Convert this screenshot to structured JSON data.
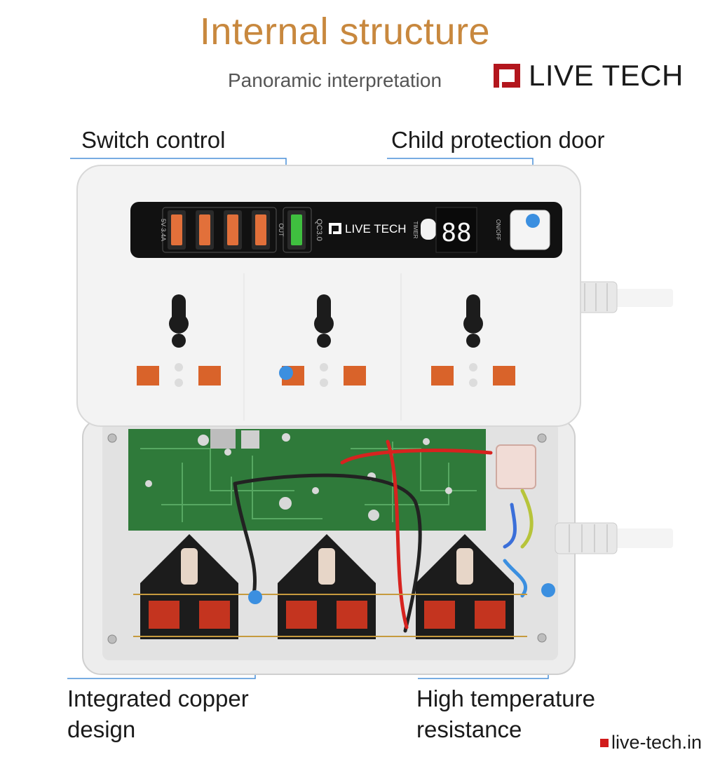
{
  "header": {
    "title": "Internal structure",
    "subtitle": "Panoramic interpretation",
    "brand": "LIVE TECH"
  },
  "device": {
    "panel_brand": "LIVE TECH",
    "usb_rating": "5V 3.4A",
    "out_label": "OUT",
    "qc_label": "QC3.0",
    "timer_label": "TIMER",
    "switch_label": "ON/OFF",
    "display_value": "88"
  },
  "callouts": {
    "switch_control": "Switch control",
    "child_protection": "Child protection door",
    "copper_line1": "Integrated copper",
    "copper_line2": "design",
    "temp_line1": "High temperature",
    "temp_line2": "resistance"
  },
  "watermark": {
    "text": "live-tech.in"
  },
  "colors": {
    "title": "#c8883e",
    "brand_red": "#b3161d",
    "callout_dot": "#3b8fe0",
    "pcb_green": "#2f7a3a",
    "socket_orange": "#d9632a",
    "usb_orange": "#e2703a",
    "qc_green": "#3fbf3f"
  }
}
